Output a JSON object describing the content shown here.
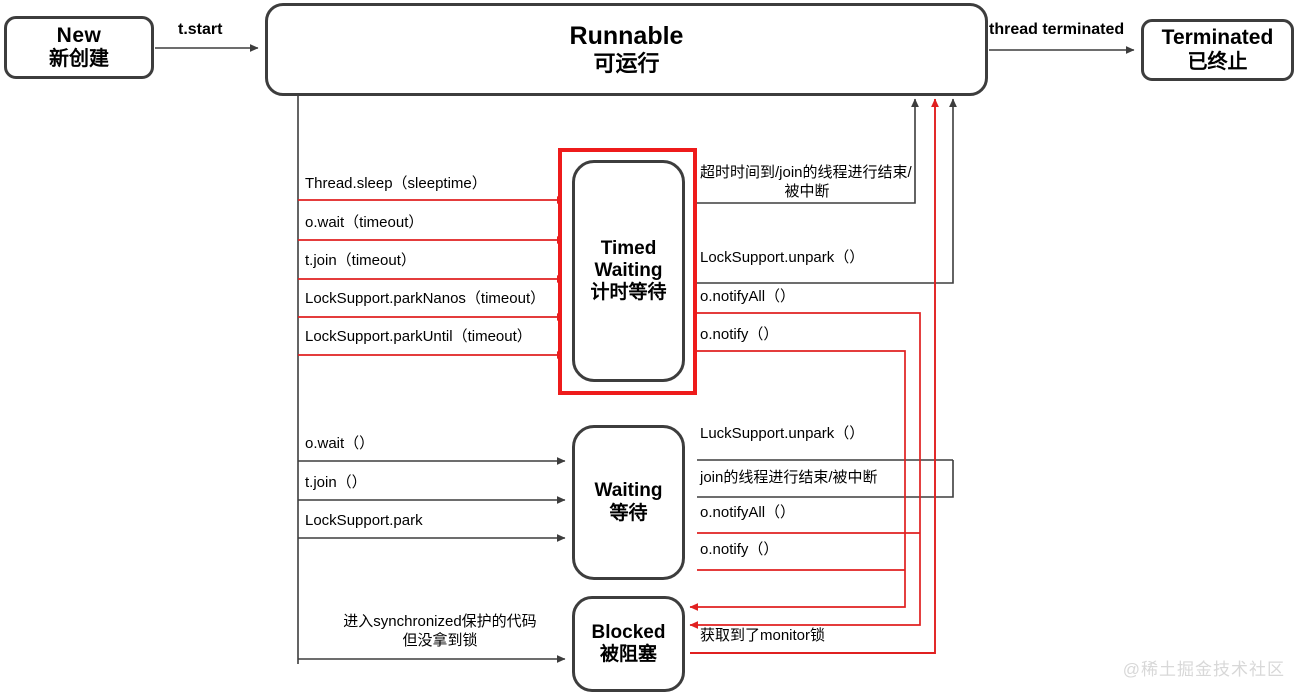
{
  "title": "Java Thread State Transition Diagram",
  "watermark": "@稀土掘金技术社区",
  "colors": {
    "highlight_red": "#ee1b1b",
    "node_border": "#3d3d3d",
    "black_line": "#3d3d3d",
    "red_line": "#e02020",
    "watermark": "#d8d8d8"
  },
  "nodes": {
    "new": {
      "en": "New",
      "cn": "新创建"
    },
    "runnable": {
      "en": "Runnable",
      "cn": "可运行"
    },
    "terminated": {
      "en": "Terminated",
      "cn": "已终止"
    },
    "timed_waiting": {
      "en_line1": "Timed",
      "en_line2": "Waiting",
      "cn": "计时等待",
      "highlighted": true
    },
    "waiting": {
      "en": "Waiting",
      "cn": "等待"
    },
    "blocked": {
      "en": "Blocked",
      "cn": "被阻塞"
    }
  },
  "edges": {
    "new_to_runnable": "t.start",
    "runnable_to_terminated": "thread terminated"
  },
  "timed_waiting_in": [
    "Thread.sleep（sleeptime）",
    "o.wait（timeout）",
    "t.join（timeout）",
    "LockSupport.parkNanos（timeout）",
    "LockSupport.parkUntil（timeout）"
  ],
  "timed_waiting_out": [
    "超时时间到/join的线程进行结束/",
    "被中断",
    "LockSupport.unpark（）",
    "o.notifyAll（）",
    "o.notify（）"
  ],
  "waiting_in": [
    "o.wait（）",
    "t.join（）",
    "LockSupport.park"
  ],
  "waiting_out": [
    "LuckSupport.unpark（）",
    "join的线程进行结束/被中断",
    "o.notifyAll（）",
    "o.notify（）"
  ],
  "blocked_in_line1": "进入synchronized保护的代码",
  "blocked_in_line2": "但没拿到锁",
  "blocked_out": "获取到了monitor锁"
}
